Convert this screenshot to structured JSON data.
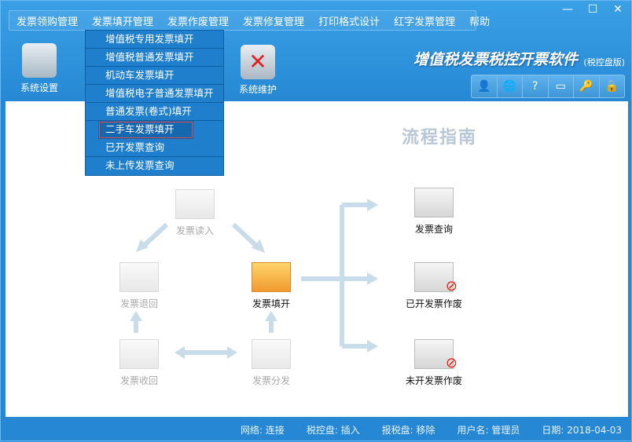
{
  "menu": [
    "发票领购管理",
    "发票填开管理",
    "发票作废管理",
    "发票修复管理",
    "打印格式设计",
    "红字发票管理",
    "帮助"
  ],
  "window_controls": {
    "minimize": "—",
    "maximize": "☐",
    "close": "✕"
  },
  "tools": {
    "settings": "系统设置",
    "maintenance": "系统维护"
  },
  "app_title": "增值税发票税控开票软件",
  "app_subtitle": "(税控盘版)",
  "dropdown": [
    "增值税专用发票填开",
    "增值税普通发票填开",
    "机动车发票填开",
    "增值税电子普通发票填开",
    "普通发票(卷式)填开",
    "二手车发票填开",
    "已开发票查询",
    "未上传发票查询"
  ],
  "flow": {
    "title": "流程指南",
    "read": "发票读入",
    "return": "发票退回",
    "issue": "发票填开",
    "recall": "发票收回",
    "distribute": "发票分发",
    "query": "发票查询",
    "void_issued": "已开发票作废",
    "void_unissued": "未开发票作废"
  },
  "status": {
    "network": "网络: 连接",
    "taxdisk": "税控盘: 插入",
    "reportdisk": "报税盘: 移除",
    "user": "用户名: 管理员",
    "date": "日期: 2018-04-03"
  },
  "colors": {
    "accent": "#2688d4",
    "arrow": "#c9dcea"
  }
}
